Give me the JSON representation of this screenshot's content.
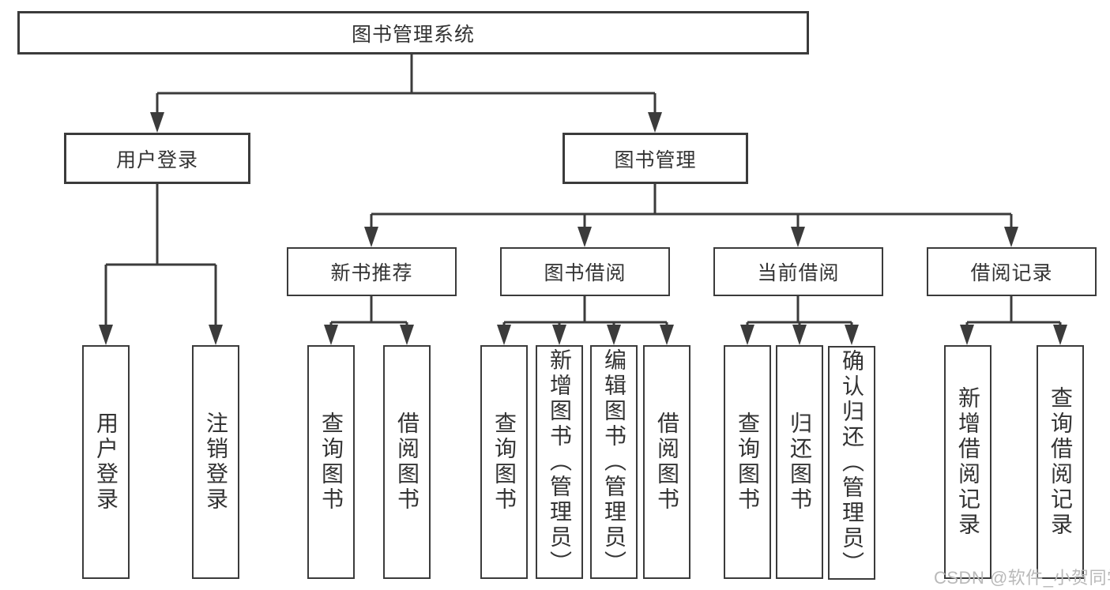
{
  "diagram": {
    "root": {
      "label": "图书管理系统"
    },
    "branches": [
      {
        "label": "用户登录",
        "children": [
          {
            "label": "用户登录"
          },
          {
            "label": "注销登录"
          }
        ]
      },
      {
        "label": "图书管理",
        "children": [
          {
            "label": "新书推荐",
            "children": [
              {
                "label": "查询图书"
              },
              {
                "label": "借阅图书"
              }
            ]
          },
          {
            "label": "图书借阅",
            "children": [
              {
                "label": "查询图书"
              },
              {
                "label": "新增图书（管理员）"
              },
              {
                "label": "编辑图书（管理员）"
              },
              {
                "label": "借阅图书"
              }
            ]
          },
          {
            "label": "当前借阅",
            "children": [
              {
                "label": "查询图书"
              },
              {
                "label": "归还图书"
              },
              {
                "label": "确认归还（管理员）"
              }
            ]
          },
          {
            "label": "借阅记录",
            "children": [
              {
                "label": "新增借阅记录"
              },
              {
                "label": "查询借阅记录"
              }
            ]
          }
        ]
      }
    ]
  },
  "watermark": {
    "text": "CSDN @软件_小贺同学"
  },
  "colors": {
    "stroke": "#3b3b3b",
    "text": "#333333",
    "watermark": "#b9b9b9",
    "background": "#ffffff"
  }
}
